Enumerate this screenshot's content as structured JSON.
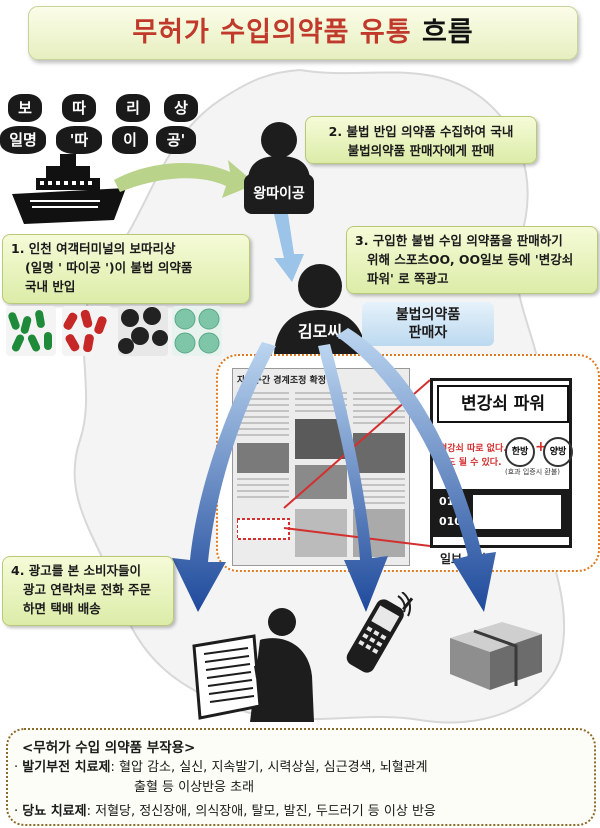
{
  "title": {
    "part1": "무허가 수입의약품 유통 ",
    "part2": "흐름"
  },
  "smugglers": {
    "top_tags": [
      "보",
      "따",
      "리",
      "상"
    ],
    "bottom_tags": [
      "일명",
      "'따",
      "이",
      "공'"
    ]
  },
  "wang_label": "왕따이공",
  "kim_label": "김모씨",
  "seller_label": {
    "line1": "불법의약품",
    "line2": "판매자"
  },
  "steps": {
    "step1": {
      "line1": "1.  인천 여객터미널의 보따리상",
      "line2": "(일명 ' 따이공 ')이 불법 의약품",
      "line3": "국내 반입"
    },
    "step2": {
      "line1": "2. 불법 반입 의약품 수집하여 국내",
      "line2": "불법의약품 판매자에게 판매"
    },
    "step3": {
      "line1": "3. 구입한 불법 수입 의약품을 판매하기",
      "line2": "위해 스포츠OO, OO일보 등에  '변강쇠",
      "line3": "파워' 로 쪽광고"
    },
    "step4": {
      "line1": "4. 광고를 본 소비자들이",
      "line2": "광고 연락처로 전화 주문",
      "line3": "하면 택배 배송"
    }
  },
  "newspaper": {
    "headline": "자치구간 경계조정 확정",
    "caption": "일보.2면"
  },
  "ad": {
    "title": "변강쇠 파워",
    "line1": "변강쇠 따로 없다.",
    "line2": "나도 될 수 있다.",
    "circle1": "한방",
    "plus": "+",
    "circle2": "양방",
    "note": "(효과 입증시 환불)",
    "phone1": "010",
    "phone2": "010"
  },
  "side_effects": {
    "heading": "<무허가 수입 의약품 부작용>",
    "item1_label": "발기부전 치료제",
    "item1_text": ": 혈압 감소, 실신, 지속발기, 시력상실, 심근경색, 뇌혈관계",
    "item1_cont": "출혈 등 이상반응 초래",
    "item2_label": "당뇨 치료제",
    "item2_text": ": 저혈당, 정신장애, 의식장애, 탈모, 발진, 두드러기 등 이상 반응"
  },
  "colors": {
    "title_red": "#c0392b",
    "green_box": "#dceca8",
    "blue_arrow": "#2a4fa0",
    "pill_green": "#1f8a3a",
    "pill_red": "#c62828",
    "pill_black": "#222222",
    "pill_mint": "#7fc6a8",
    "ad_red": "#d32f2f",
    "dotted_orange": "#e07a20"
  },
  "icons": [
    "ship-icon",
    "person-silhouette-icon",
    "newspaper-reader-icon",
    "mobile-phone-icon",
    "parcel-box-icon",
    "pill-icon"
  ]
}
